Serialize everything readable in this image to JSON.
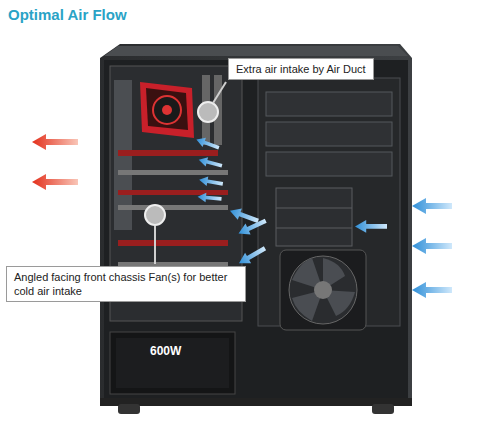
{
  "diagram": {
    "title": "Optimal Air Flow",
    "nodes": [
      {
        "text": [
          "Extra air intake by Air Duct"
        ]
      },
      {
        "text": [
          "Angled facing front chassis Fan(s) for better cold air intake"
        ]
      }
    ],
    "labels": [
      "600W"
    ]
  }
}
